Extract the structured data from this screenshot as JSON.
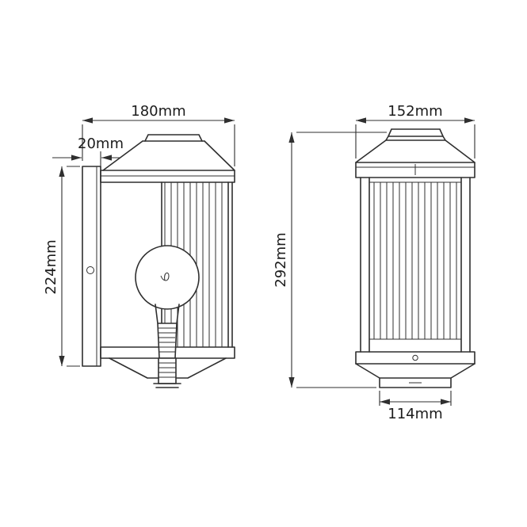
{
  "diagram": {
    "subject": "outdoor-wall-lantern-dimension-drawing",
    "views": {
      "side": {
        "width": "180mm",
        "backplate_depth": "20mm",
        "backplate_height": "224mm"
      },
      "front": {
        "width": "152mm",
        "height": "292mm",
        "base_width": "114mm"
      }
    },
    "colors": {
      "line": "#2f2f2f",
      "text": "#1c1c1c",
      "background": "#ffffff"
    }
  }
}
